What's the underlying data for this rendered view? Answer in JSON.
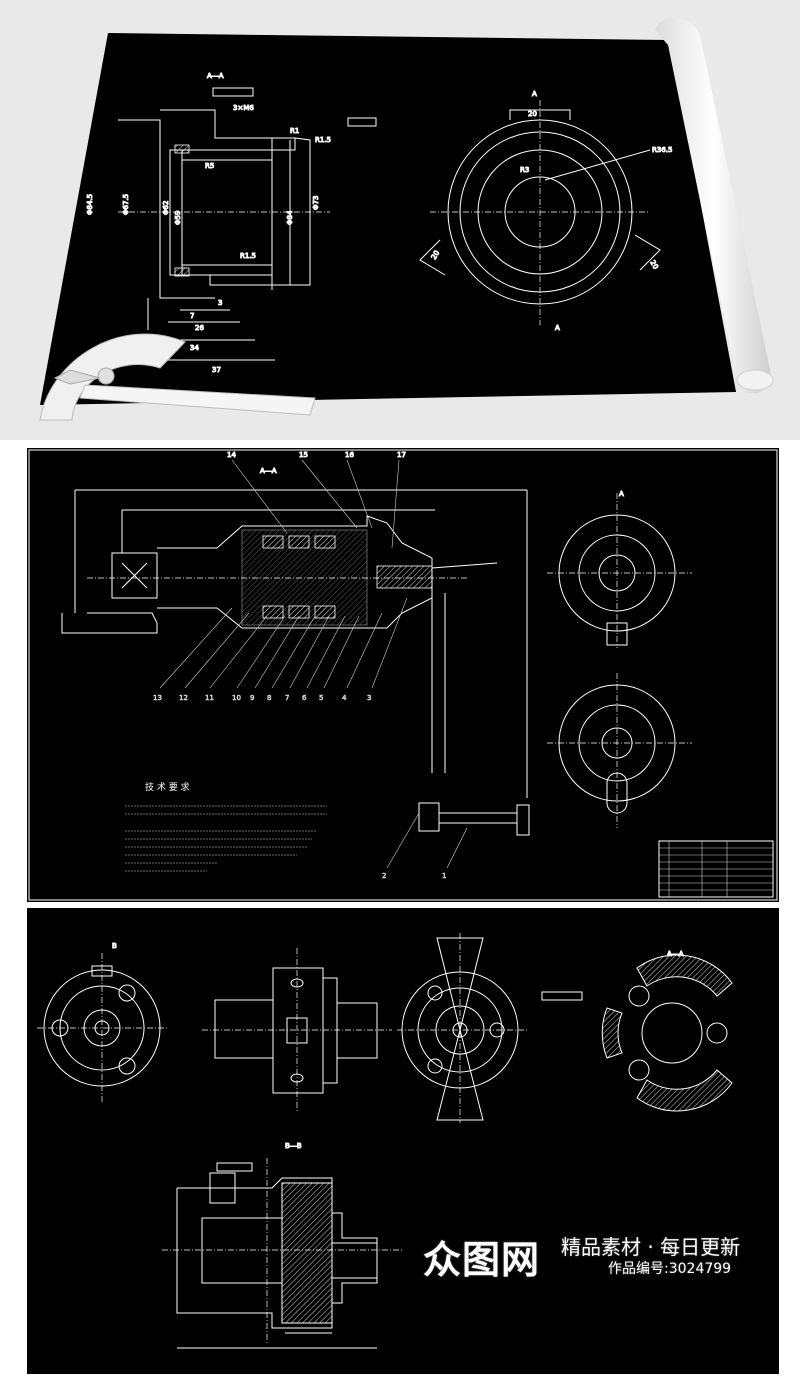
{
  "panel1": {
    "section_label": "A—A",
    "dims": [
      "3×M6",
      "R1",
      "R1.5",
      "R5",
      "Φ84.5",
      "Φ67.5",
      "Φ62",
      "Φ59",
      "Φ84",
      "Φ73",
      "R1.5",
      "7",
      "3",
      "26",
      "34",
      "37",
      "20",
      "R3",
      "R36.5",
      "20",
      "20",
      "A",
      "A"
    ]
  },
  "panel2": {
    "section_label": "A—A",
    "balloons_top": [
      "14",
      "15",
      "16",
      "17"
    ],
    "balloons_bottom": [
      "13",
      "12",
      "11",
      "10",
      "9",
      "8",
      "7",
      "6",
      "5",
      "4",
      "3"
    ],
    "balloons_handle": [
      "2",
      "1"
    ],
    "notes_title": "技 术 要 求",
    "view_label": "A"
  },
  "panel3": {
    "section_aa": "A—A",
    "section_bb": "B—B",
    "view_b": "B"
  },
  "watermark": {
    "logo": "众图网",
    "slogan": "精品素材 · 每日更新",
    "product_id": "作品编号:3024799"
  }
}
